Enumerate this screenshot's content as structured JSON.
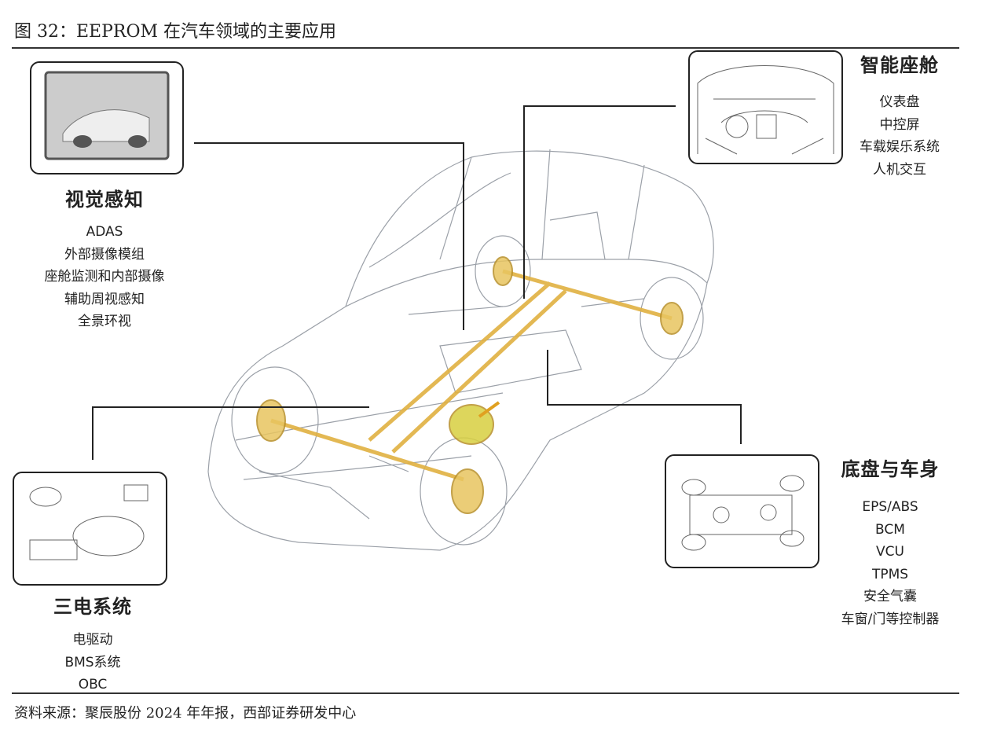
{
  "title": "图 32：EEPROM 在汽车领域的主要应用",
  "sections": {
    "vision": {
      "heading": "视觉感知",
      "items": [
        "ADAS",
        "外部摄像模组",
        "座舱监测和内部摄像",
        "辅助周视感知",
        "全景环视"
      ]
    },
    "cockpit": {
      "heading": "智能座舱",
      "items": [
        "仪表盘",
        "中控屏",
        "车载娱乐系统",
        "人机交互"
      ]
    },
    "chassis": {
      "heading": "底盘与车身",
      "items": [
        "EPS/ABS",
        "BCM",
        "VCU",
        "TPMS",
        "安全气囊",
        "车窗/门等控制器"
      ]
    },
    "power": {
      "heading": "三电系统",
      "items": [
        "电驱动",
        "BMS系统",
        "OBC"
      ]
    }
  },
  "footer": "资料来源：聚辰股份 2024 年年报，西部证券研发中心",
  "colors": {
    "drivetrain": "#e0b040",
    "line": "#222222"
  }
}
